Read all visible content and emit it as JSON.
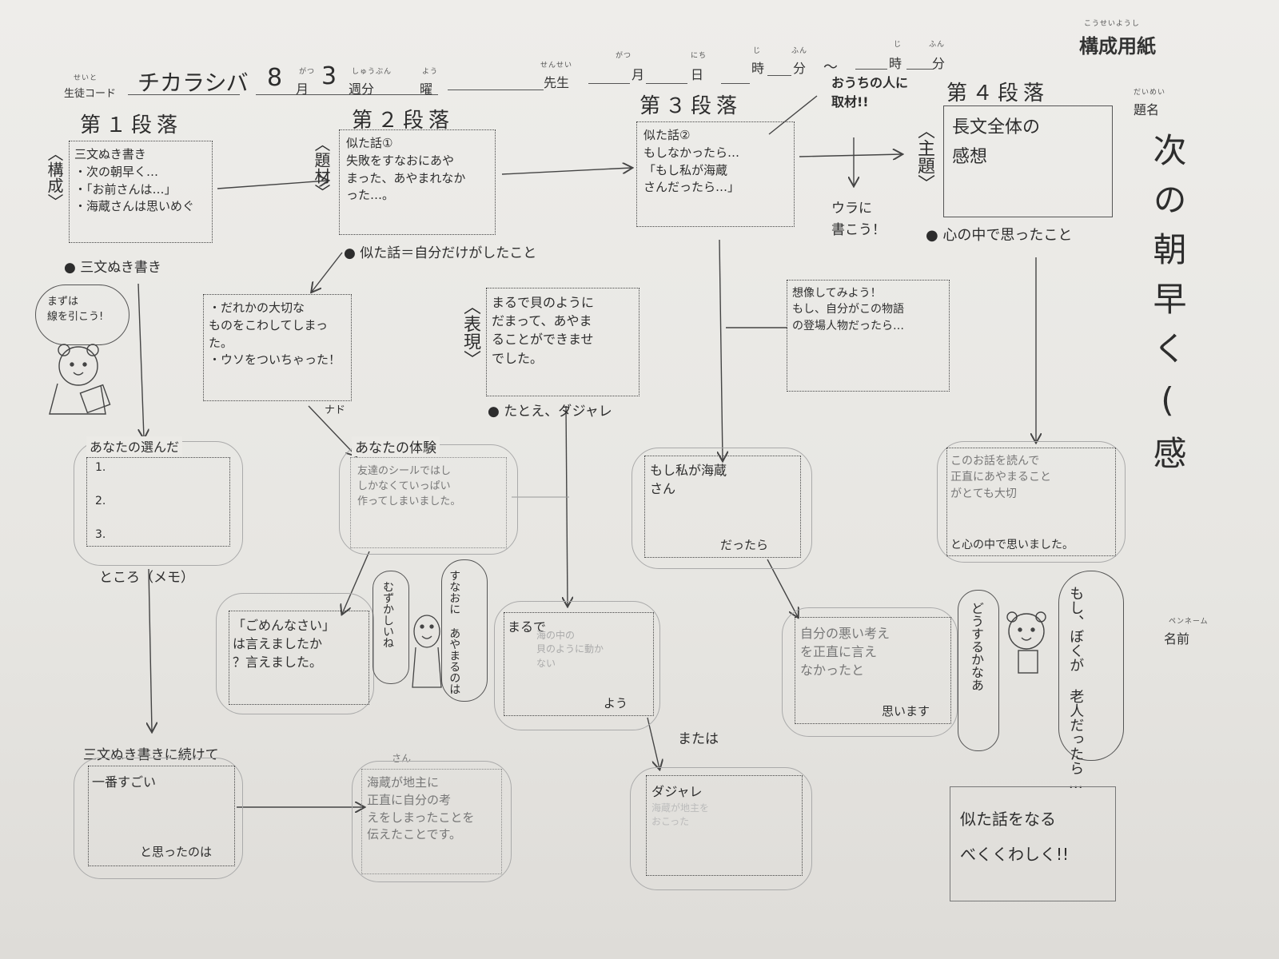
{
  "header": {
    "sheet_title_ruby": "こうせいようし",
    "sheet_title": "構成用紙",
    "student_code_ruby": "せいと",
    "student_code_label": "生徒コード",
    "student_code_value": "チカラシバ",
    "month_value": "8",
    "month_ruby": "がつ",
    "month_label": "月",
    "week_value": "3",
    "week_ruby": "しゅうぶん",
    "week_label": "週分",
    "youbi_ruby": "よう",
    "youbi_label": "曜",
    "teacher_ruby": "せんせい",
    "teacher_label": "先生",
    "date_month_ruby": "がつ",
    "date_month_label": "月",
    "date_day_ruby": "にち",
    "date_day_label": "日",
    "time_h_ruby": "じ",
    "time_h_label": "時",
    "time_m_ruby": "ふん",
    "time_m_label": "分",
    "tilde": "〜",
    "time2_h_ruby": "じ",
    "time2_h_label": "時",
    "time2_m_ruby": "ふん",
    "time2_m_label": "分"
  },
  "title_col": {
    "label_ruby": "だいめい",
    "label": "題名",
    "value": "次の朝早く(感",
    "penname_ruby": "ペンネーム",
    "penname_label": "名前"
  },
  "p1": {
    "heading": "第１段落",
    "side": "〈構成〉",
    "box": "三文ぬき書き\n・次の朝早く…\n・「お前さんは…」\n・海蔵さんは思いめぐ",
    "note": "● 三文ぬき書き",
    "bear_bubble": "まずは\n線を引こう!",
    "cloud_label": "あなたの選んだ",
    "list": [
      "1.",
      "2.",
      "3."
    ],
    "memo": "ところ（メモ）",
    "next_label": "三文ぬき書きに続けて",
    "box2_top": "一番すごい",
    "box2_bottom": "と思ったのは"
  },
  "p2": {
    "heading": "第２段落",
    "side": "〈題材〉",
    "box": "似た話①\n失敗をすなおにあや\nまった、あやまれなか\nった…。",
    "note": "● 似た話＝自分だけがしたこと",
    "examples": "・だれかの大切な\nものをこわしてしまっ\nた。\n・ウソをついちゃった！",
    "nado": "ナド",
    "cloud_label": "あなたの体験",
    "experience": "友達のシールではし\nしかなくていっぱい\n作ってしまいました。",
    "gomen": "「ごめんなさい」\nは言えましたか\n？言えました。",
    "bubble1": "むずかしいね",
    "bubble2": "すなおに\nあやまるのは",
    "san": "さん",
    "kaizo": "海蔵が地主に\n正直に自分の考\nえをしまったことを\n伝えたことです。"
  },
  "hyogen": {
    "side": "〈表現〉",
    "box": "まるで貝のように\nだまって、あやま\nることができませ\nでした。",
    "note": "● たとえ、ダジャレ",
    "marude": "まるで",
    "marude_faint": "海の中の\n貝のように動か\nない",
    "you": "よう",
    "mataha": "または",
    "dajare": "ダジャレ",
    "dajare_faint": "海蔵が地主を\nおこった"
  },
  "p3": {
    "heading": "第３段落",
    "box": "似た話②\nもしなかったら…\n「もし私が海蔵\nさんだったら…」",
    "interview": "おうちの人に\n取材!!",
    "ura": "ウラに\n書こう！",
    "imagine": "想像してみよう！\nもし、自分がこの物語\nの登場人物だったら…",
    "moshi": "もし私が海蔵\nさん",
    "dattara": "だったら",
    "jibun": "自分の悪い考え\nを正直に言え\nなかったと",
    "omoimasu": "思います"
  },
  "p4": {
    "heading": "第４段落",
    "side": "〈主題〉",
    "box": "長文全体の\n感想",
    "note": "● 心の中で思ったこと",
    "kansou": "このお話を読んで\n正直にあやまること\nがとても大切",
    "kokoro": "と心の中で思いました。",
    "bubble_left": "どうするかなあ",
    "bubble_right": "もし、ぼくが\n老人だったら…",
    "footer": "似た話をなる\nべくくわしく!!"
  }
}
